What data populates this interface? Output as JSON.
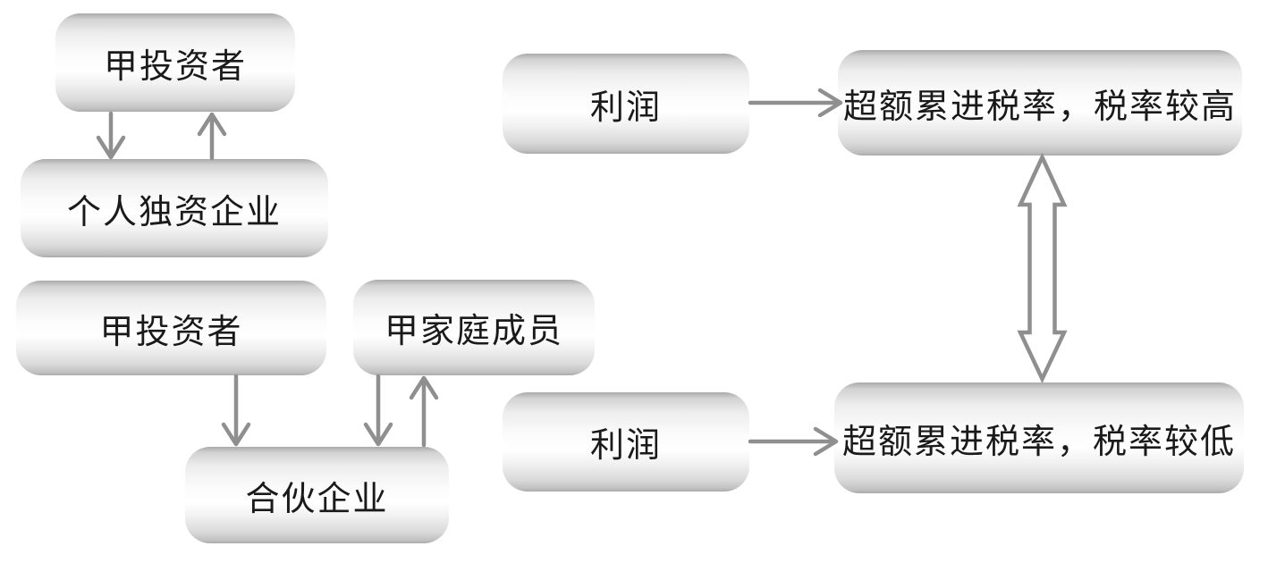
{
  "diagram": {
    "title": "sole-proprietorship-vs-partnership-tax-diagram",
    "background": "#ffffff",
    "colors": {
      "arrow": "#8f8f8f",
      "text": "#1a1a1a",
      "box_gradient_top": "#aaaaaa",
      "box_gradient_middle": "#ffffff",
      "box_gradient_bottom": "#a9a9a9"
    },
    "nodes": {
      "investor_top": {
        "label": "甲投资者"
      },
      "sole_proprietorship": {
        "label": "个人独资企业"
      },
      "investor_mid": {
        "label": "甲投资者"
      },
      "family_members": {
        "label": "甲家庭成员"
      },
      "partnership": {
        "label": "合伙企业"
      },
      "profit_top": {
        "label": "利润"
      },
      "tax_high": {
        "label": "超额累进税率，税率较高"
      },
      "profit_bottom": {
        "label": "利润"
      },
      "tax_low": {
        "label": "超额累进税率，税率较低"
      }
    },
    "edges": [
      {
        "from": "investor_top",
        "to": "sole_proprietorship",
        "style": "single-arrow-down"
      },
      {
        "from": "sole_proprietorship",
        "to": "investor_top",
        "style": "single-arrow-up"
      },
      {
        "from": "investor_mid",
        "to": "partnership",
        "style": "single-arrow-down"
      },
      {
        "from": "family_members",
        "to": "partnership",
        "style": "single-arrow-down"
      },
      {
        "from": "partnership",
        "to": "family_members",
        "style": "single-arrow-up"
      },
      {
        "from": "profit_top",
        "to": "tax_high",
        "style": "single-arrow-right"
      },
      {
        "from": "profit_bottom",
        "to": "tax_low",
        "style": "single-arrow-right"
      },
      {
        "from": "tax_high",
        "to": "tax_low",
        "style": "hollow-double-arrow-vertical"
      }
    ]
  }
}
